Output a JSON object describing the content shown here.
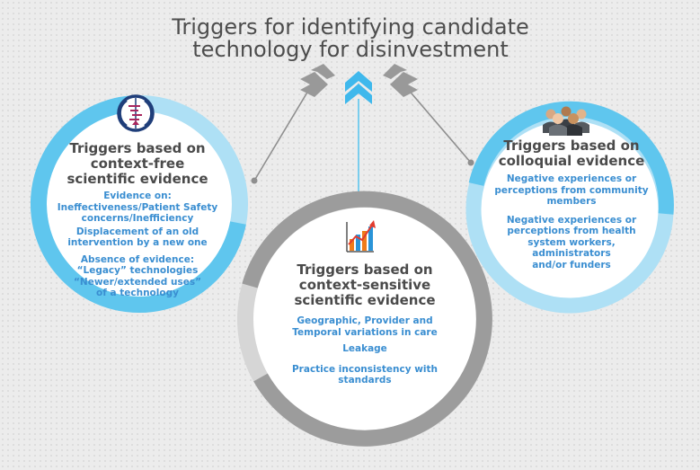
{
  "title": {
    "line1": "Triggers for identifying candidate",
    "line2": "technology for disinvestment"
  },
  "colors": {
    "light_blue": "#aee0f5",
    "mid_blue": "#5fc6ee",
    "dark_blue": "#3a8ed1",
    "light_grey": "#d6d6d6",
    "dark_grey": "#9c9c9c",
    "heading": "#4a4a4a"
  },
  "left": {
    "icon": "cochrane-logo-icon",
    "heading": [
      "Triggers based on",
      "context-free",
      "scientific evidence"
    ],
    "items": [
      [
        "Evidence on:",
        "Ineffectiveness/Patient Safety",
        "concerns/Inefficiency"
      ],
      [
        "Displacement of an old",
        "intervention by a new one"
      ],
      [
        "Absence of evidence:",
        "“Legacy” technologies",
        "“Newer/extended uses”",
        "of a technology"
      ]
    ]
  },
  "center": {
    "icon": "bar-chart-trend-icon",
    "heading": [
      "Triggers based on",
      "context-sensitive",
      "scientific evidence"
    ],
    "items": [
      [
        "Geographic, Provider and",
        "Temporal  variations in care"
      ],
      [
        "Leakage"
      ],
      [
        "Practice inconsistency with",
        "standards"
      ]
    ]
  },
  "right": {
    "icon": "people-group-icon",
    "heading": [
      "Triggers based on",
      "colloquial evidence"
    ],
    "items": [
      [
        "Negative experiences or",
        "perceptions from community",
        "members"
      ],
      [
        "Negative experiences or",
        "perceptions from health",
        "system workers,",
        "administrators",
        "and/or funders"
      ]
    ]
  }
}
